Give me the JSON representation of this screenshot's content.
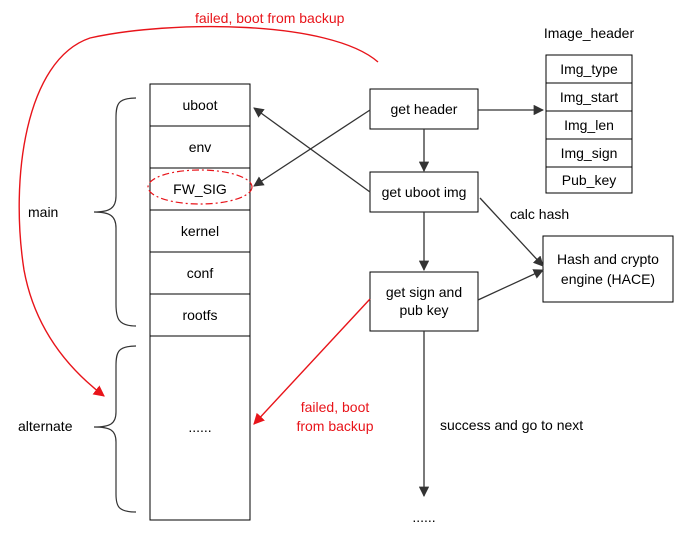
{
  "colors": {
    "accent_red": "#e8141a",
    "stroke": "#000000"
  },
  "top_failure_label": "failed, boot from backup",
  "image_header": {
    "title": "Image_header",
    "fields": [
      "Img_type",
      "Img_start",
      "Img_len",
      "Img_sign",
      "Pub_key"
    ]
  },
  "flash": {
    "partitions": [
      "uboot",
      "env",
      "FW_SIG",
      "kernel",
      "conf",
      "rootfs"
    ],
    "alternate_content": "......",
    "main_label": "main",
    "alternate_label": "alternate"
  },
  "flow": {
    "get_header": "get header",
    "get_uboot_img": "get uboot img",
    "get_sign_line1": "get sign and",
    "get_sign_line2": "pub key",
    "calc_hash": "calc hash",
    "hace_line1": "Hash and crypto",
    "hace_line2": "engine (HACE)",
    "failed_line1": "failed, boot",
    "failed_line2": "from backup",
    "success": "success and go to next",
    "next_dots": "......"
  }
}
